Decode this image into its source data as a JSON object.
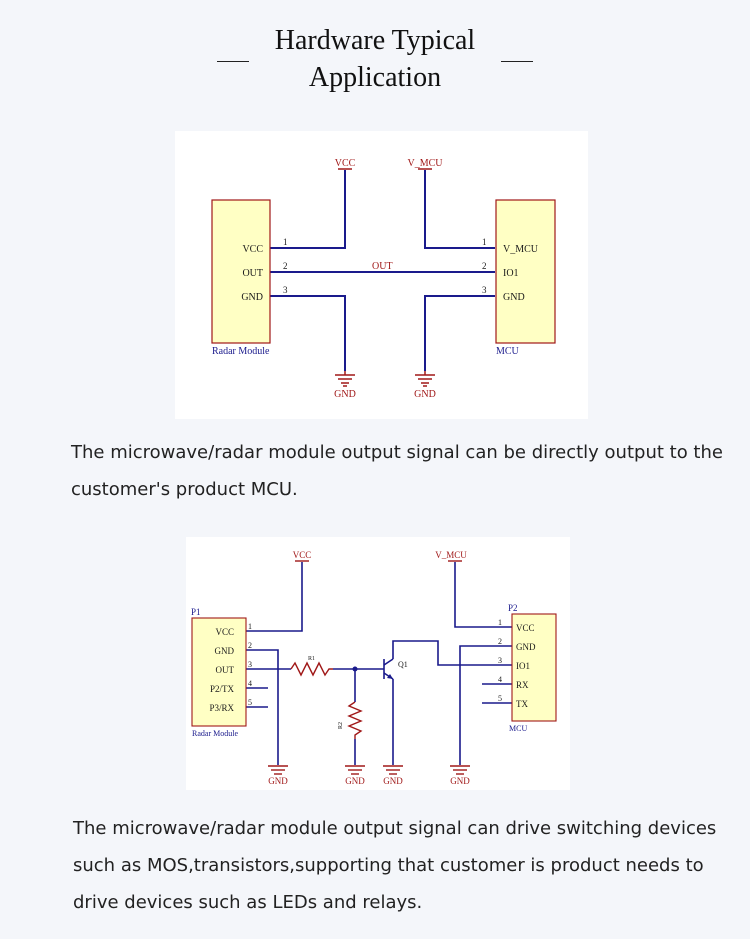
{
  "header": {
    "title_line1": "Hardware Typical",
    "title_line2": "Application"
  },
  "diagram1": {
    "vcc": "VCC",
    "v_mcu": "V_MCU",
    "gnd": "GND",
    "out_net": "OUT",
    "radar": {
      "caption": "Radar Module",
      "pins": [
        {
          "num": "1",
          "label": "VCC"
        },
        {
          "num": "2",
          "label": "OUT"
        },
        {
          "num": "3",
          "label": "GND"
        }
      ]
    },
    "mcu": {
      "caption": "MCU",
      "pins": [
        {
          "num": "1",
          "label": "V_MCU"
        },
        {
          "num": "2",
          "label": "IO1"
        },
        {
          "num": "3",
          "label": "GND"
        }
      ]
    }
  },
  "desc1": {
    "line1": "The microwave/radar module output signal can be directly output to the",
    "line2": "customer's product MCU."
  },
  "diagram2": {
    "vcc": "VCC",
    "v_mcu": "V_MCU",
    "gnd": "GND",
    "p1": {
      "ref": "P1",
      "caption": "Radar Module",
      "pins": [
        {
          "num": "1",
          "label": "VCC"
        },
        {
          "num": "2",
          "label": "GND"
        },
        {
          "num": "3",
          "label": "OUT"
        },
        {
          "num": "4",
          "label": "P2/TX"
        },
        {
          "num": "5",
          "label": "P3/RX"
        }
      ]
    },
    "p2": {
      "ref": "P2",
      "caption": "MCU",
      "pins": [
        {
          "num": "1",
          "label": "VCC"
        },
        {
          "num": "2",
          "label": "GND"
        },
        {
          "num": "3",
          "label": "IO1"
        },
        {
          "num": "4",
          "label": "RX"
        },
        {
          "num": "5",
          "label": "TX"
        }
      ]
    },
    "r1": "R1",
    "r2": "R2",
    "q1": "Q1"
  },
  "desc2": {
    "line1": "The microwave/radar module output signal can drive switching devices",
    "line2": "such as MOS,transistors,supporting that customer is product needs to",
    "line3": "drive devices such as LEDs and relays."
  },
  "colors": {
    "wire": "#1a1a8c",
    "power_symbol": "#a01818",
    "component_fill": "#ffffc4",
    "component_border": "#a01818"
  }
}
